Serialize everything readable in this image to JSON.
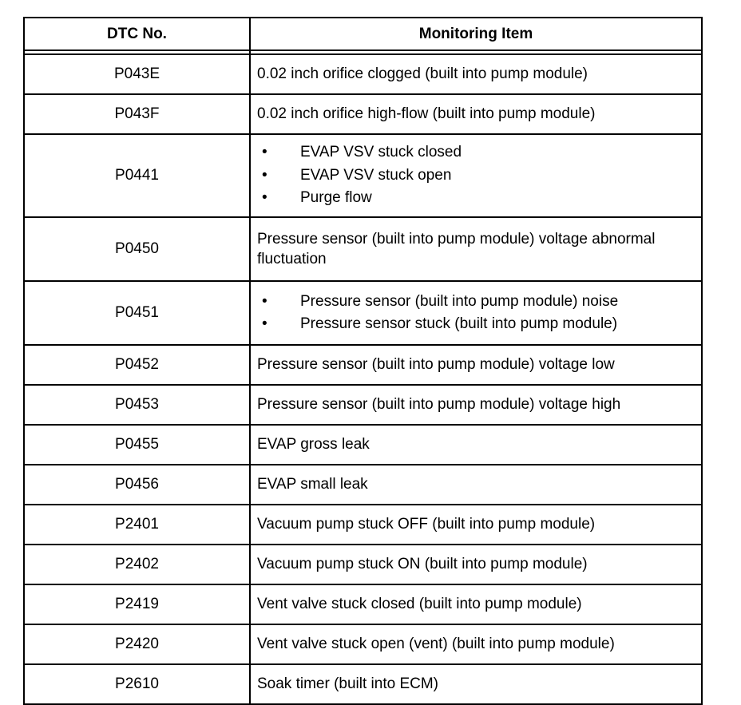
{
  "table": {
    "columns": [
      {
        "key": "dtc_no",
        "label": "DTC No."
      },
      {
        "key": "monitoring_item",
        "label": "Monitoring Item"
      }
    ],
    "rows": [
      {
        "dtc_no": "P043E",
        "type": "text",
        "monitoring_item": "0.02 inch orifice clogged (built into pump module)"
      },
      {
        "dtc_no": "P043F",
        "type": "text",
        "monitoring_item": "0.02 inch orifice high-flow (built into pump module)"
      },
      {
        "dtc_no": "P0441",
        "type": "bullets",
        "bullets": [
          "EVAP VSV stuck closed",
          "EVAP VSV stuck open",
          "Purge flow"
        ]
      },
      {
        "dtc_no": "P0450",
        "type": "text",
        "monitoring_item": "Pressure sensor (built into pump module) voltage abnormal fluctuation"
      },
      {
        "dtc_no": "P0451",
        "type": "bullets",
        "bullets": [
          "Pressure sensor (built into pump module) noise",
          "Pressure sensor stuck (built into pump module)"
        ]
      },
      {
        "dtc_no": "P0452",
        "type": "text",
        "monitoring_item": "Pressure sensor (built into pump module) voltage low"
      },
      {
        "dtc_no": "P0453",
        "type": "text",
        "monitoring_item": "Pressure sensor (built into pump module) voltage high"
      },
      {
        "dtc_no": "P0455",
        "type": "text",
        "monitoring_item": "EVAP gross leak"
      },
      {
        "dtc_no": "P0456",
        "type": "text",
        "monitoring_item": "EVAP small leak"
      },
      {
        "dtc_no": "P2401",
        "type": "text",
        "monitoring_item": "Vacuum pump stuck OFF (built into pump module)"
      },
      {
        "dtc_no": "P2402",
        "type": "text",
        "monitoring_item": "Vacuum pump stuck ON (built into pump module)"
      },
      {
        "dtc_no": "P2419",
        "type": "text",
        "monitoring_item": "Vent valve stuck closed (built into pump module)"
      },
      {
        "dtc_no": "P2420",
        "type": "text",
        "monitoring_item": "Vent valve stuck open (vent) (built into pump module)"
      },
      {
        "dtc_no": "P2610",
        "type": "text",
        "monitoring_item": "Soak timer (built into ECM)"
      }
    ],
    "bullet_glyph": "•",
    "colors": {
      "text": "#000000",
      "border": "#000000",
      "background": "#ffffff"
    }
  }
}
